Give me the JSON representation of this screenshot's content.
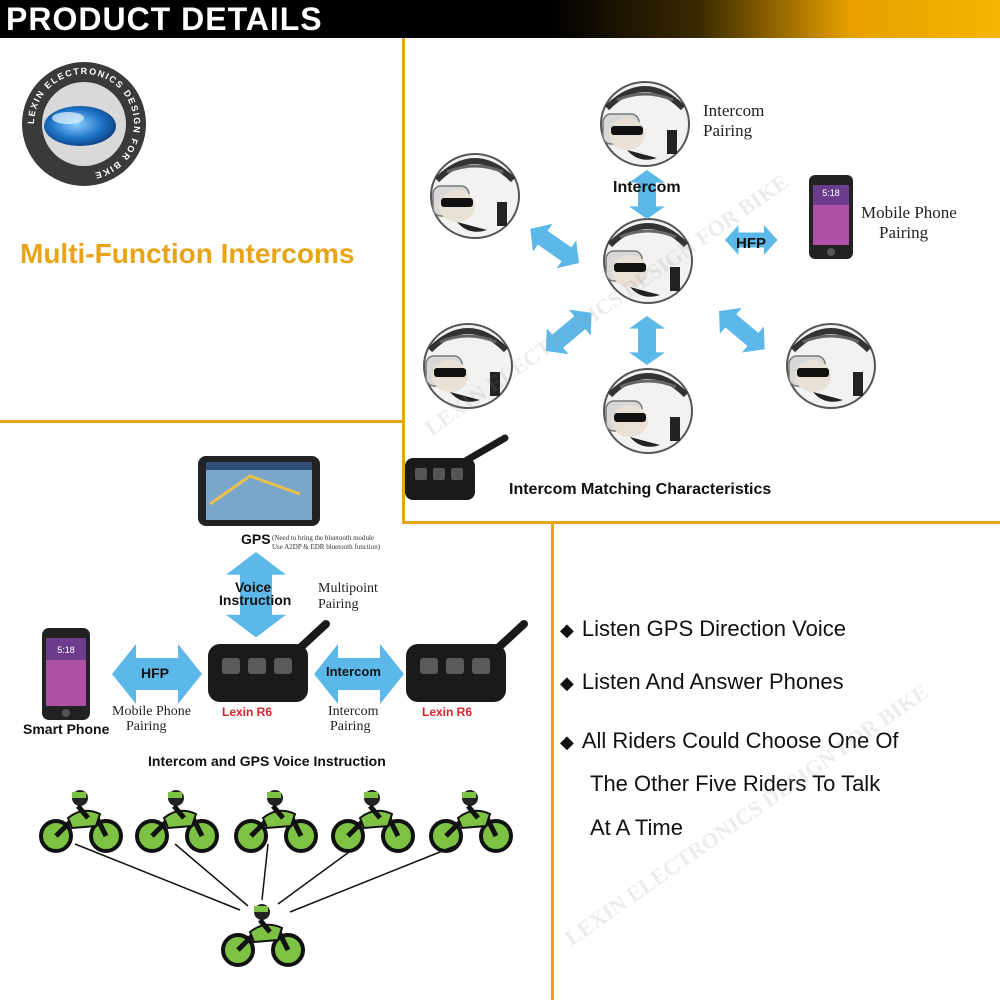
{
  "header": {
    "title": "PRODUCT  DETAILS"
  },
  "logo": {
    "ring_text": "LEXIN ELECTRONICS DESIGN FOR BIKE"
  },
  "left_top": {
    "title": "Multi-Function Intercoms"
  },
  "intercom_diagram": {
    "intercom_pairing": [
      "Intercom",
      "Pairing"
    ],
    "intercom_label": "Intercom",
    "hfp_label": "HFP",
    "mobile_pairing": [
      "Mobile Phone",
      "Pairing"
    ],
    "caption": "Intercom Matching Characteristics",
    "phone_time": "5:18"
  },
  "gps_diagram": {
    "gps_label": "GPS",
    "gps_note": [
      "(Need to bring the bluetooth module",
      "Use A2DP & EDR bluetooth function)"
    ],
    "voice_instruction": [
      "Voice",
      "Instruction"
    ],
    "multipoint_pairing": [
      "Multipoint",
      "Pairing"
    ],
    "hfp_label": "HFP",
    "intercom_label": "Intercom",
    "device_left": "Lexin R6",
    "device_right": "Lexin R6",
    "smart_phone": "Smart Phone",
    "mobile_pairing": [
      "Mobile Phone",
      "Pairing"
    ],
    "intercom_pairing": [
      "Intercom",
      "Pairing"
    ],
    "caption": "Intercom and GPS Voice Instruction",
    "phone_time": "5:18"
  },
  "features": [
    "Listen GPS Direction Voice",
    "Listen And Answer Phones",
    "All Riders Could Choose One Of",
    "The Other Five Riders To Talk",
    "At A Time"
  ],
  "watermark": "LEXIN ELECTRONICS DESIGN FOR BIKE",
  "colors": {
    "accent": "#e8a317",
    "arrow": "#5db8ea",
    "bike_green": "#7dc242",
    "label_red": "#d8232a"
  }
}
